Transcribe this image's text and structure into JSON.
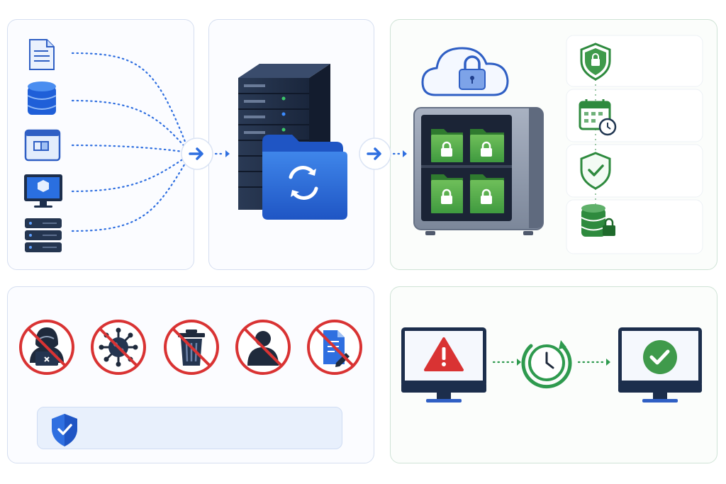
{
  "diagram": {
    "panels": [
      {
        "id": "data-sources",
        "accent": "#2f6fe0"
      },
      {
        "id": "backup-server",
        "accent": "#1f4fbf"
      },
      {
        "id": "secure-vault",
        "accent": "#3f9a4b"
      },
      {
        "id": "threat-protection",
        "accent": "#d93333"
      },
      {
        "id": "recovery",
        "accent": "#2e9a4e"
      }
    ],
    "sources": [
      "document-icon",
      "database-icon",
      "browser-window-icon",
      "monitor-app-icon",
      "server-rack-icon"
    ],
    "vault_features": [
      "shield-lock-icon",
      "calendar-clock-icon",
      "shield-check-icon",
      "database-lock-icon"
    ],
    "threats": [
      "hacker-blocked-icon",
      "virus-blocked-icon",
      "deletion-blocked-icon",
      "unauthorized-user-blocked-icon",
      "file-tampering-blocked-icon"
    ],
    "recovery_steps": [
      "alert-monitor-icon",
      "restore-clock-icon",
      "ok-monitor-icon"
    ],
    "colors": {
      "blue": "#2f6fe0",
      "dark_navy": "#243550",
      "green": "#3f9a4b",
      "red": "#d93333"
    }
  }
}
